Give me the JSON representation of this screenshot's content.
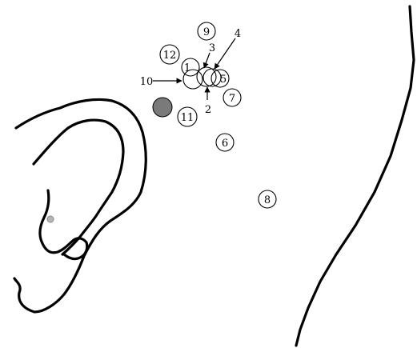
{
  "points": {
    "p1": "1",
    "p2": "2",
    "p3": "3",
    "p4": "4",
    "p5": "5",
    "p6": "6",
    "p7": "7",
    "p8": "8",
    "p9": "9",
    "p10": "10",
    "p11": "11",
    "p12": "12"
  },
  "colors": {
    "filled_marker": "#7a7a7a",
    "ear_dot": "#b5b5b5",
    "line": "#000000"
  }
}
